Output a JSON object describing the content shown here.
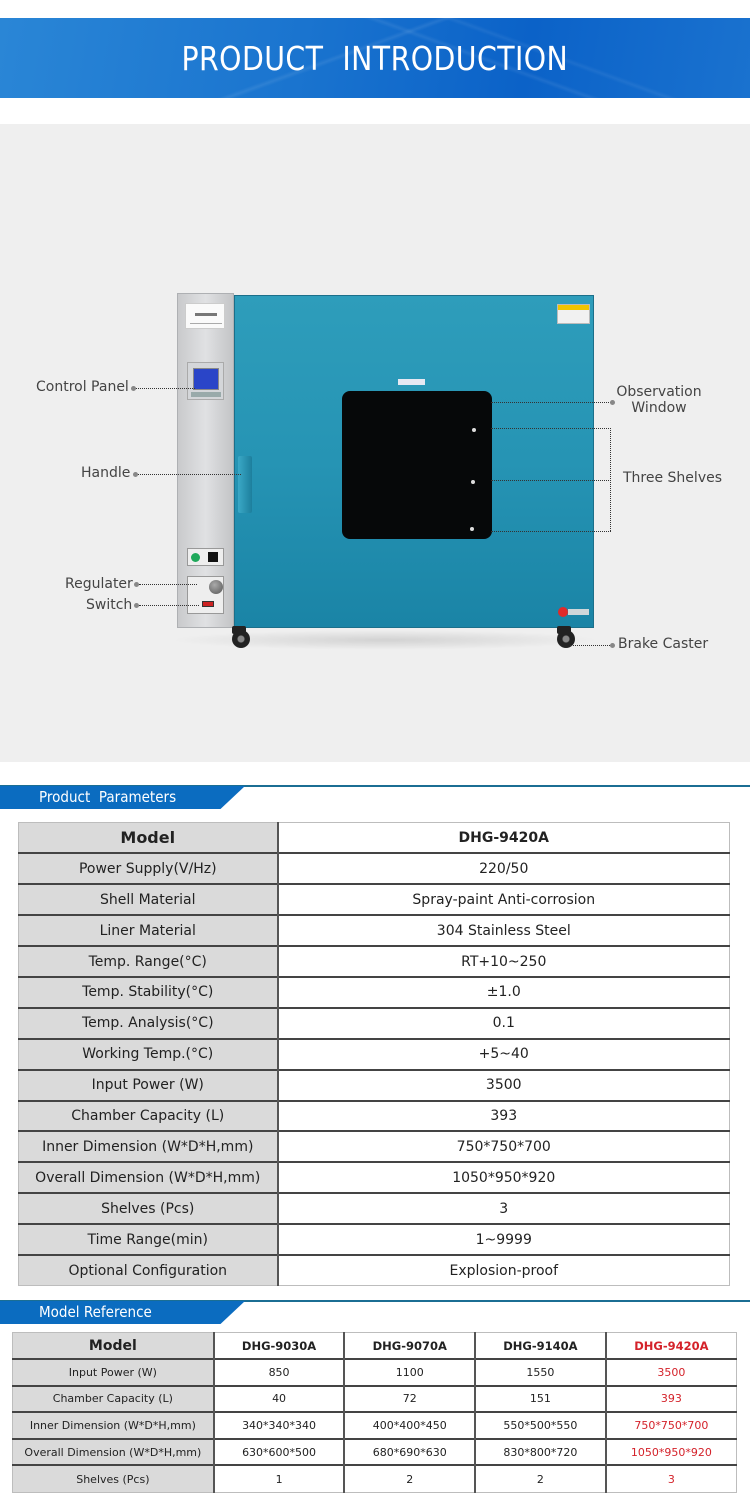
{
  "banner": {
    "title": "PRODUCT  INTRODUCTION"
  },
  "product_image": {
    "callouts_left": [
      "Control Panel",
      "Handle",
      "Regulater",
      "Switch"
    ],
    "callouts_right": {
      "observation_1": "Observation",
      "observation_2": "Window",
      "shelves": "Three Shelves",
      "caster": "Brake Caster"
    }
  },
  "parameters": {
    "section_title": "Product  Parameters",
    "header": {
      "label": "Model",
      "value": "DHG-9420A"
    },
    "rows": [
      {
        "label": "Power Supply(V/Hz)",
        "value": "220/50"
      },
      {
        "label": "Shell Material",
        "value": "Spray-paint Anti-corrosion"
      },
      {
        "label": "Liner Material",
        "value": "304 Stainless Steel"
      },
      {
        "label": "Temp. Range(°C)",
        "value": "RT+10~250"
      },
      {
        "label": "Temp. Stability(°C)",
        "value": "±1.0"
      },
      {
        "label": "Temp. Analysis(°C)",
        "value": "0.1"
      },
      {
        "label": "Working Temp.(°C)",
        "value": "+5~40"
      },
      {
        "label": "Input Power (W)",
        "value": "3500"
      },
      {
        "label": "Chamber Capacity (L)",
        "value": "393"
      },
      {
        "label": "Inner Dimension (W*D*H,mm)",
        "value": "750*750*700"
      },
      {
        "label": "Overall Dimension (W*D*H,mm)",
        "value": "1050*950*920"
      },
      {
        "label": "Shelves (Pcs)",
        "value": "3"
      },
      {
        "label": "Time Range(min)",
        "value": "1~9999"
      },
      {
        "label": "Optional Configuration",
        "value": "Explosion-proof"
      }
    ]
  },
  "model_reference": {
    "section_title": "Model Reference",
    "header": {
      "label": "Model",
      "models": [
        "DHG-9030A",
        "DHG-9070A",
        "DHG-9140A",
        "DHG-9420A"
      ]
    },
    "highlight_color": "#d4222a",
    "rows": [
      {
        "label": "Input Power (W)",
        "values": [
          "850",
          "1100",
          "1550",
          "3500"
        ]
      },
      {
        "label": "Chamber Capacity (L)",
        "values": [
          "40",
          "72",
          "151",
          "393"
        ]
      },
      {
        "label": "Inner Dimension (W*D*H,mm)",
        "values": [
          "340*340*340",
          "400*400*450",
          "550*500*550",
          "750*750*700"
        ]
      },
      {
        "label": "Overall Dimension (W*D*H,mm)",
        "values": [
          "630*600*500",
          "680*690*630",
          "830*800*720",
          "1050*950*920"
        ]
      },
      {
        "label": "Shelves (Pcs)",
        "values": [
          "1",
          "2",
          "2",
          "3"
        ]
      }
    ]
  },
  "colors": {
    "banner_blue": "#1a74cf",
    "tab_blue": "#0b6cc0",
    "rule_teal": "#1b6e93",
    "oven_teal": "#2694b4",
    "label_cell_gray": "#dadada"
  }
}
